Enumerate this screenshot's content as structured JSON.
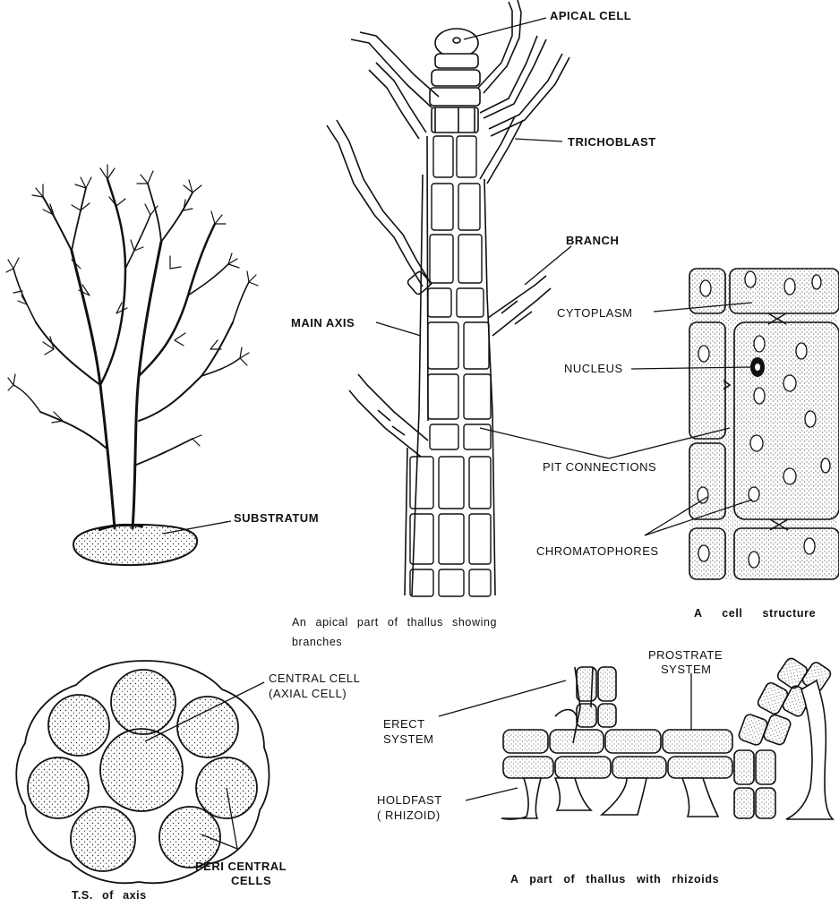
{
  "labels": {
    "apical_cell": "APICAL CELL",
    "trichoblast": "TRICHOBLAST",
    "branch": "BRANCH",
    "main_axis": "MAIN AXIS",
    "cytoplasm": "CYTOPLASM",
    "nucleus": "NUCLEUS",
    "pit_connections": "PIT CONNECTIONS",
    "chromatophores": "CHROMATOPHORES",
    "substratum": "SUBSTRATUM",
    "central_cell": "CENTRAL CELL",
    "axial_cell": "(AXIAL CELL)",
    "prostrate_system_1": "PROSTRATE",
    "prostrate_system_2": "SYSTEM",
    "erect_system_1": "ERECT",
    "erect_system_2": "SYSTEM",
    "holdfast": "HOLDFAST",
    "rhizoid": "( RHIZOID)",
    "pericentral_1": "PERI CENTRAL",
    "pericentral_2": "CELLS"
  },
  "captions": {
    "apical_part_1": "An apical part of thallus showing",
    "apical_part_2": "branches",
    "cell_structure": "A cell structure",
    "ts_axis": "T.S. of axis",
    "thallus_rhizoids": "A part of thallus with rhizoids"
  }
}
